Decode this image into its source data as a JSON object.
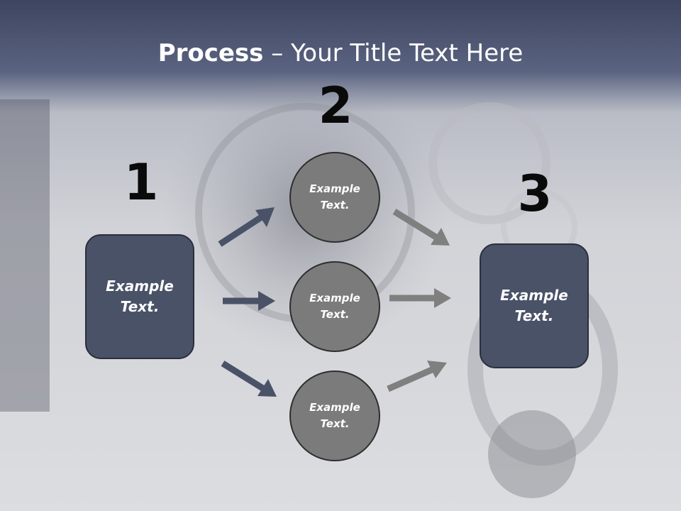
{
  "title": {
    "bold": "Process",
    "rest": " – Your Title Text Here"
  },
  "numbers": [
    "1",
    "2",
    "3"
  ],
  "left_box": {
    "text": "Example Text."
  },
  "right_box": {
    "text": "Example Text."
  },
  "circles": [
    {
      "text": "Example Text."
    },
    {
      "text": "Example Text."
    },
    {
      "text": "Example Text."
    }
  ],
  "colors": {
    "box": "#4a5268",
    "circle": "#7b7b7b",
    "arrow_left": "#4a5268",
    "arrow_right": "#7f7f7f"
  }
}
